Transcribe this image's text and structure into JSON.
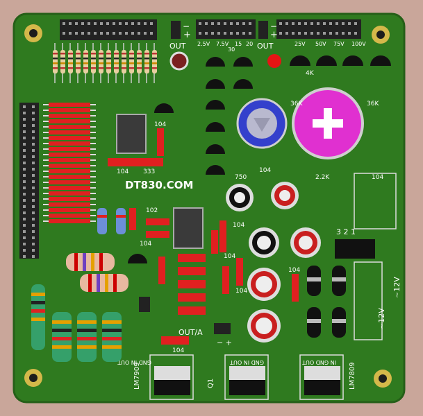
{
  "board": {
    "title": "DT830.COM",
    "colors": {
      "background": "#c9a69a",
      "pcb": "#2f7a1f",
      "silkscreen": "#ffffff",
      "pin_header": "#222222",
      "resistor_red": "#e02020",
      "capacitor_magenta": "#e030d0",
      "capacitor_blue": "#3040d0"
    }
  },
  "labels": {
    "out_top_left": "OUT",
    "out_top_right": "OUT",
    "minus": "−",
    "plus": "+",
    "v25a": "2.5V",
    "v75": "7.5V",
    "v15": "15",
    "v20": "20",
    "v30": "30",
    "v25b": "25V",
    "v50": "50V",
    "v75b": "75V",
    "v100": "100V",
    "c104_a": "104",
    "c104_b": "104",
    "c333": "333",
    "c104_c": "104",
    "c102": "102",
    "c104_d": "104",
    "c104_e": "104",
    "c104_f": "104",
    "c104_g": "104",
    "c104_h": "104",
    "c104_i": "104",
    "c104_j": "104",
    "r36k_a": "36K",
    "r36k_b": "36K",
    "r4k": "4K",
    "r22k": "2.2K",
    "c750": "750",
    "jp_321": "3 2 1",
    "out_a": "OUT/A",
    "out_a_pins": "− +",
    "ac_12v_a": "~12V",
    "ac_12v_b": "~12V",
    "lm7909": "LM7909",
    "lm7809": "LM7809",
    "gnd_in_out_a": "GND IN OUT",
    "gnd_in_out_b": "GND IN OUT",
    "in_gnd_out": "IN GND OUT",
    "q1": "Q1"
  }
}
